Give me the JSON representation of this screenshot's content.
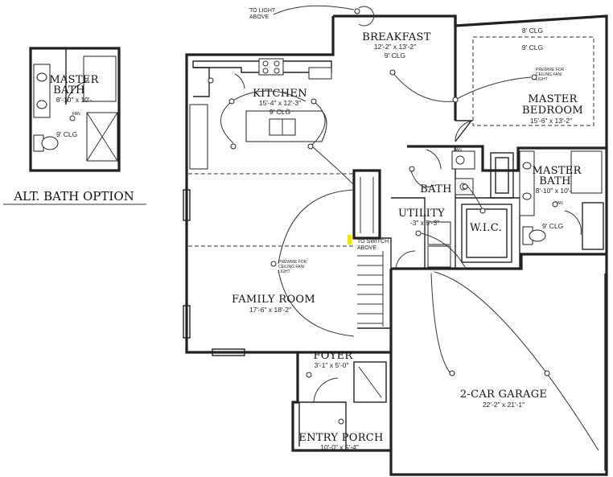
{
  "alt_bath": {
    "title": "ALT. BATH OPTION",
    "room_name_line1": "MASTER",
    "room_name_line2": "BATH",
    "dims": "8'-10\" x 10'-",
    "ceiling": "9' CLG",
    "fan": "FAN"
  },
  "rooms": {
    "breakfast": {
      "name": "BREAKFAST",
      "dims": "12'-2\" x 13'-2\"",
      "ceiling": "9' CLG"
    },
    "kitchen": {
      "name": "KITCHEN",
      "dims": "15'-4\" x 12'-3\"",
      "ceiling": "9' CLG"
    },
    "master_bedroom": {
      "name_line1": "MASTER",
      "name_line2": "BEDROOM",
      "dims": "15'-6\" x 13'-2\"",
      "ceiling": "9' CLG",
      "ceiling_top": "8' CLG"
    },
    "master_bath": {
      "name_line1": "MASTER",
      "name_line2": "BATH",
      "dims": "8'-10\" x 10'-",
      "ceiling": "9' CLG",
      "fan": "FAN"
    },
    "bath": {
      "name": "BATH",
      "fan": "FAN"
    },
    "utility": {
      "name": "UTILITY",
      "dims": "-3\" x 5'-3\""
    },
    "wic": {
      "name": "W.I.C."
    },
    "family_room": {
      "name": "FAMILY ROOM",
      "dims": "17'-6\" x 18'-2\""
    },
    "foyer": {
      "name": "FOYER",
      "dims": "3'-1\" x 5'-0\""
    },
    "entry_porch": {
      "name": "ENTRY PORCH",
      "dims": "10'-0\" x 5'-4\""
    },
    "garage": {
      "name": "2-CAR GARAGE",
      "dims": "22'-2\" x 21'-1\""
    }
  },
  "notes": {
    "to_light_line1": "TO LIGHT",
    "to_light_line2": "ABOVE",
    "to_switch_line1": "TO SWITCH",
    "to_switch_line2": "ABOVE",
    "prewire_bed_line1": "PREWIRE FOR",
    "prewire_bed_line2": "CEILING FAN/",
    "prewire_bed_line3": "LIGHT",
    "prewire_fam_line1": "PREWIRE FOR",
    "prewire_fam_line2": "CEILING FAN/",
    "prewire_fam_line3": "LIGHT"
  },
  "colors": {
    "line": "#222222",
    "highlight": "#f2e600"
  }
}
